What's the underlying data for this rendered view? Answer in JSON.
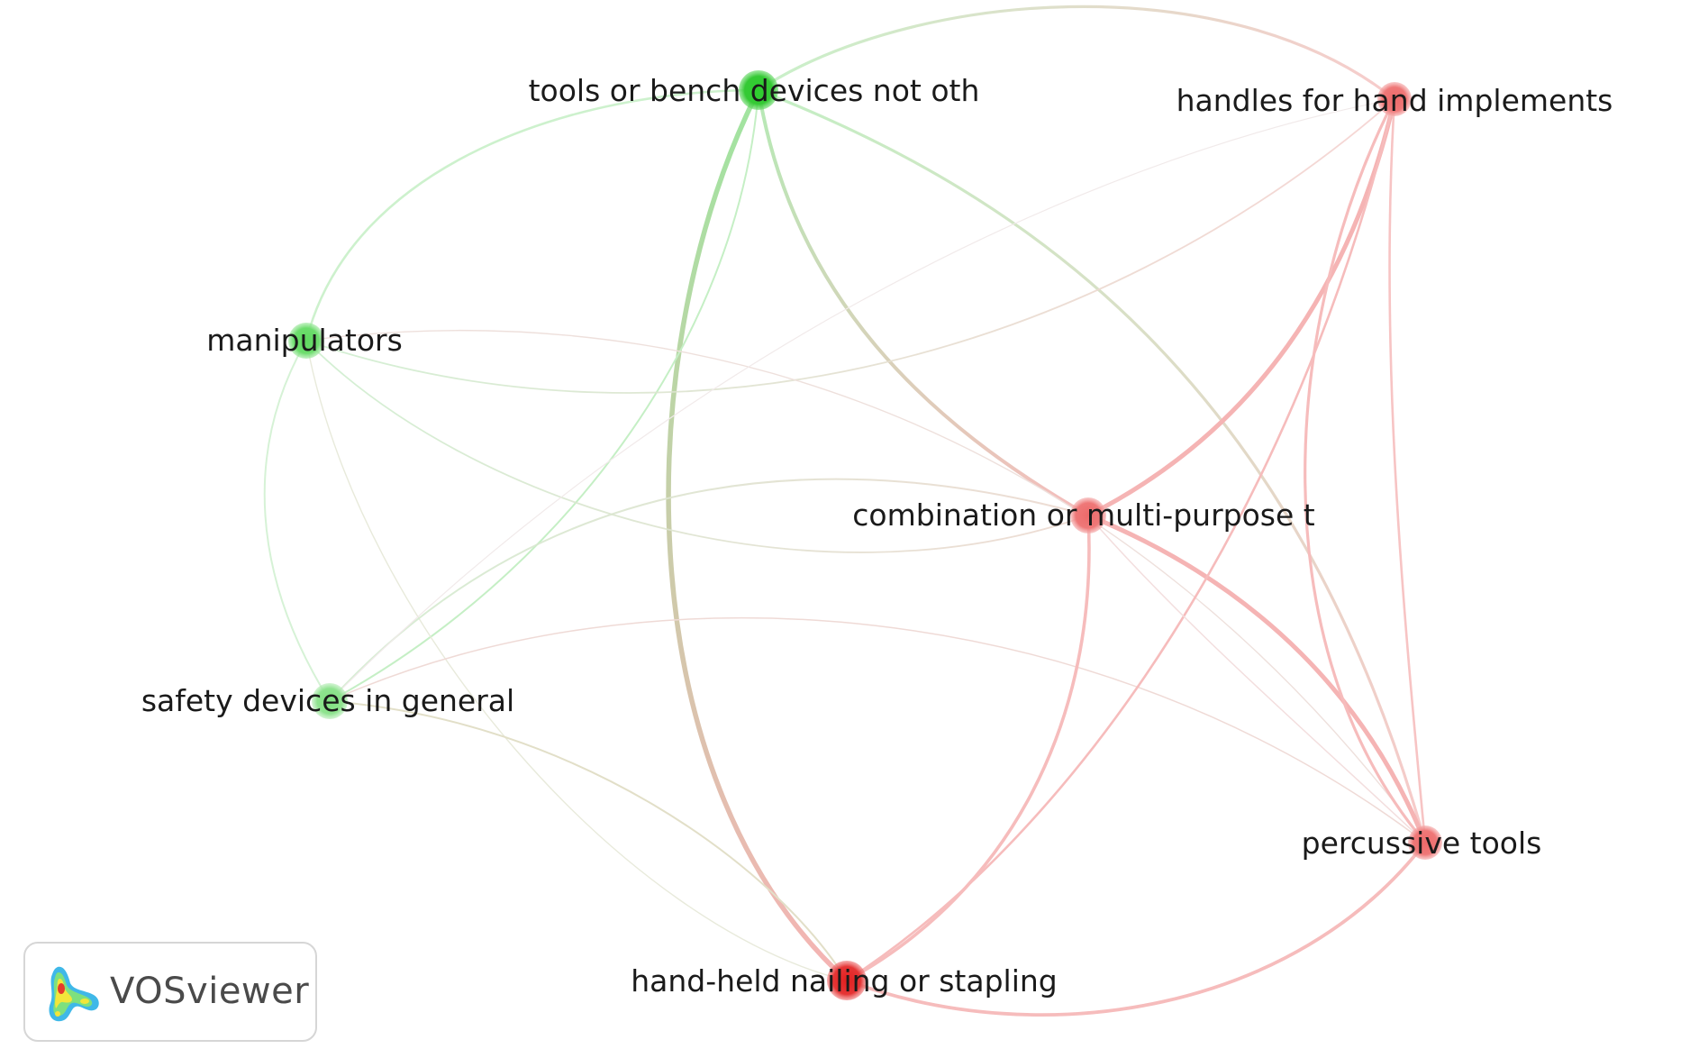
{
  "nodes": [
    {
      "id": "tools",
      "label": "tools or bench devices not oth",
      "cluster": "green"
    },
    {
      "id": "handles",
      "label": "handles for hand implements",
      "cluster": "red"
    },
    {
      "id": "manipulators",
      "label": "manipulators",
      "cluster": "green"
    },
    {
      "id": "combination",
      "label": "combination or multi-purpose t",
      "cluster": "red"
    },
    {
      "id": "safety",
      "label": "safety devices in general",
      "cluster": "green"
    },
    {
      "id": "percussive",
      "label": "percussive tools",
      "cluster": "red"
    },
    {
      "id": "nailing",
      "label": "hand-held nailing or stapling",
      "cluster": "red"
    }
  ],
  "colors": {
    "green_cluster": "#3ec93e",
    "red_cluster": "#e85858",
    "green_link": "#8fe08f",
    "red_link": "#f4a6a6",
    "label_text": "#1a1a1a",
    "badge_text": "#4a4a4a"
  },
  "logo": {
    "text": "VOSviewer",
    "icon": "vosviewer-heatmap-icon"
  }
}
